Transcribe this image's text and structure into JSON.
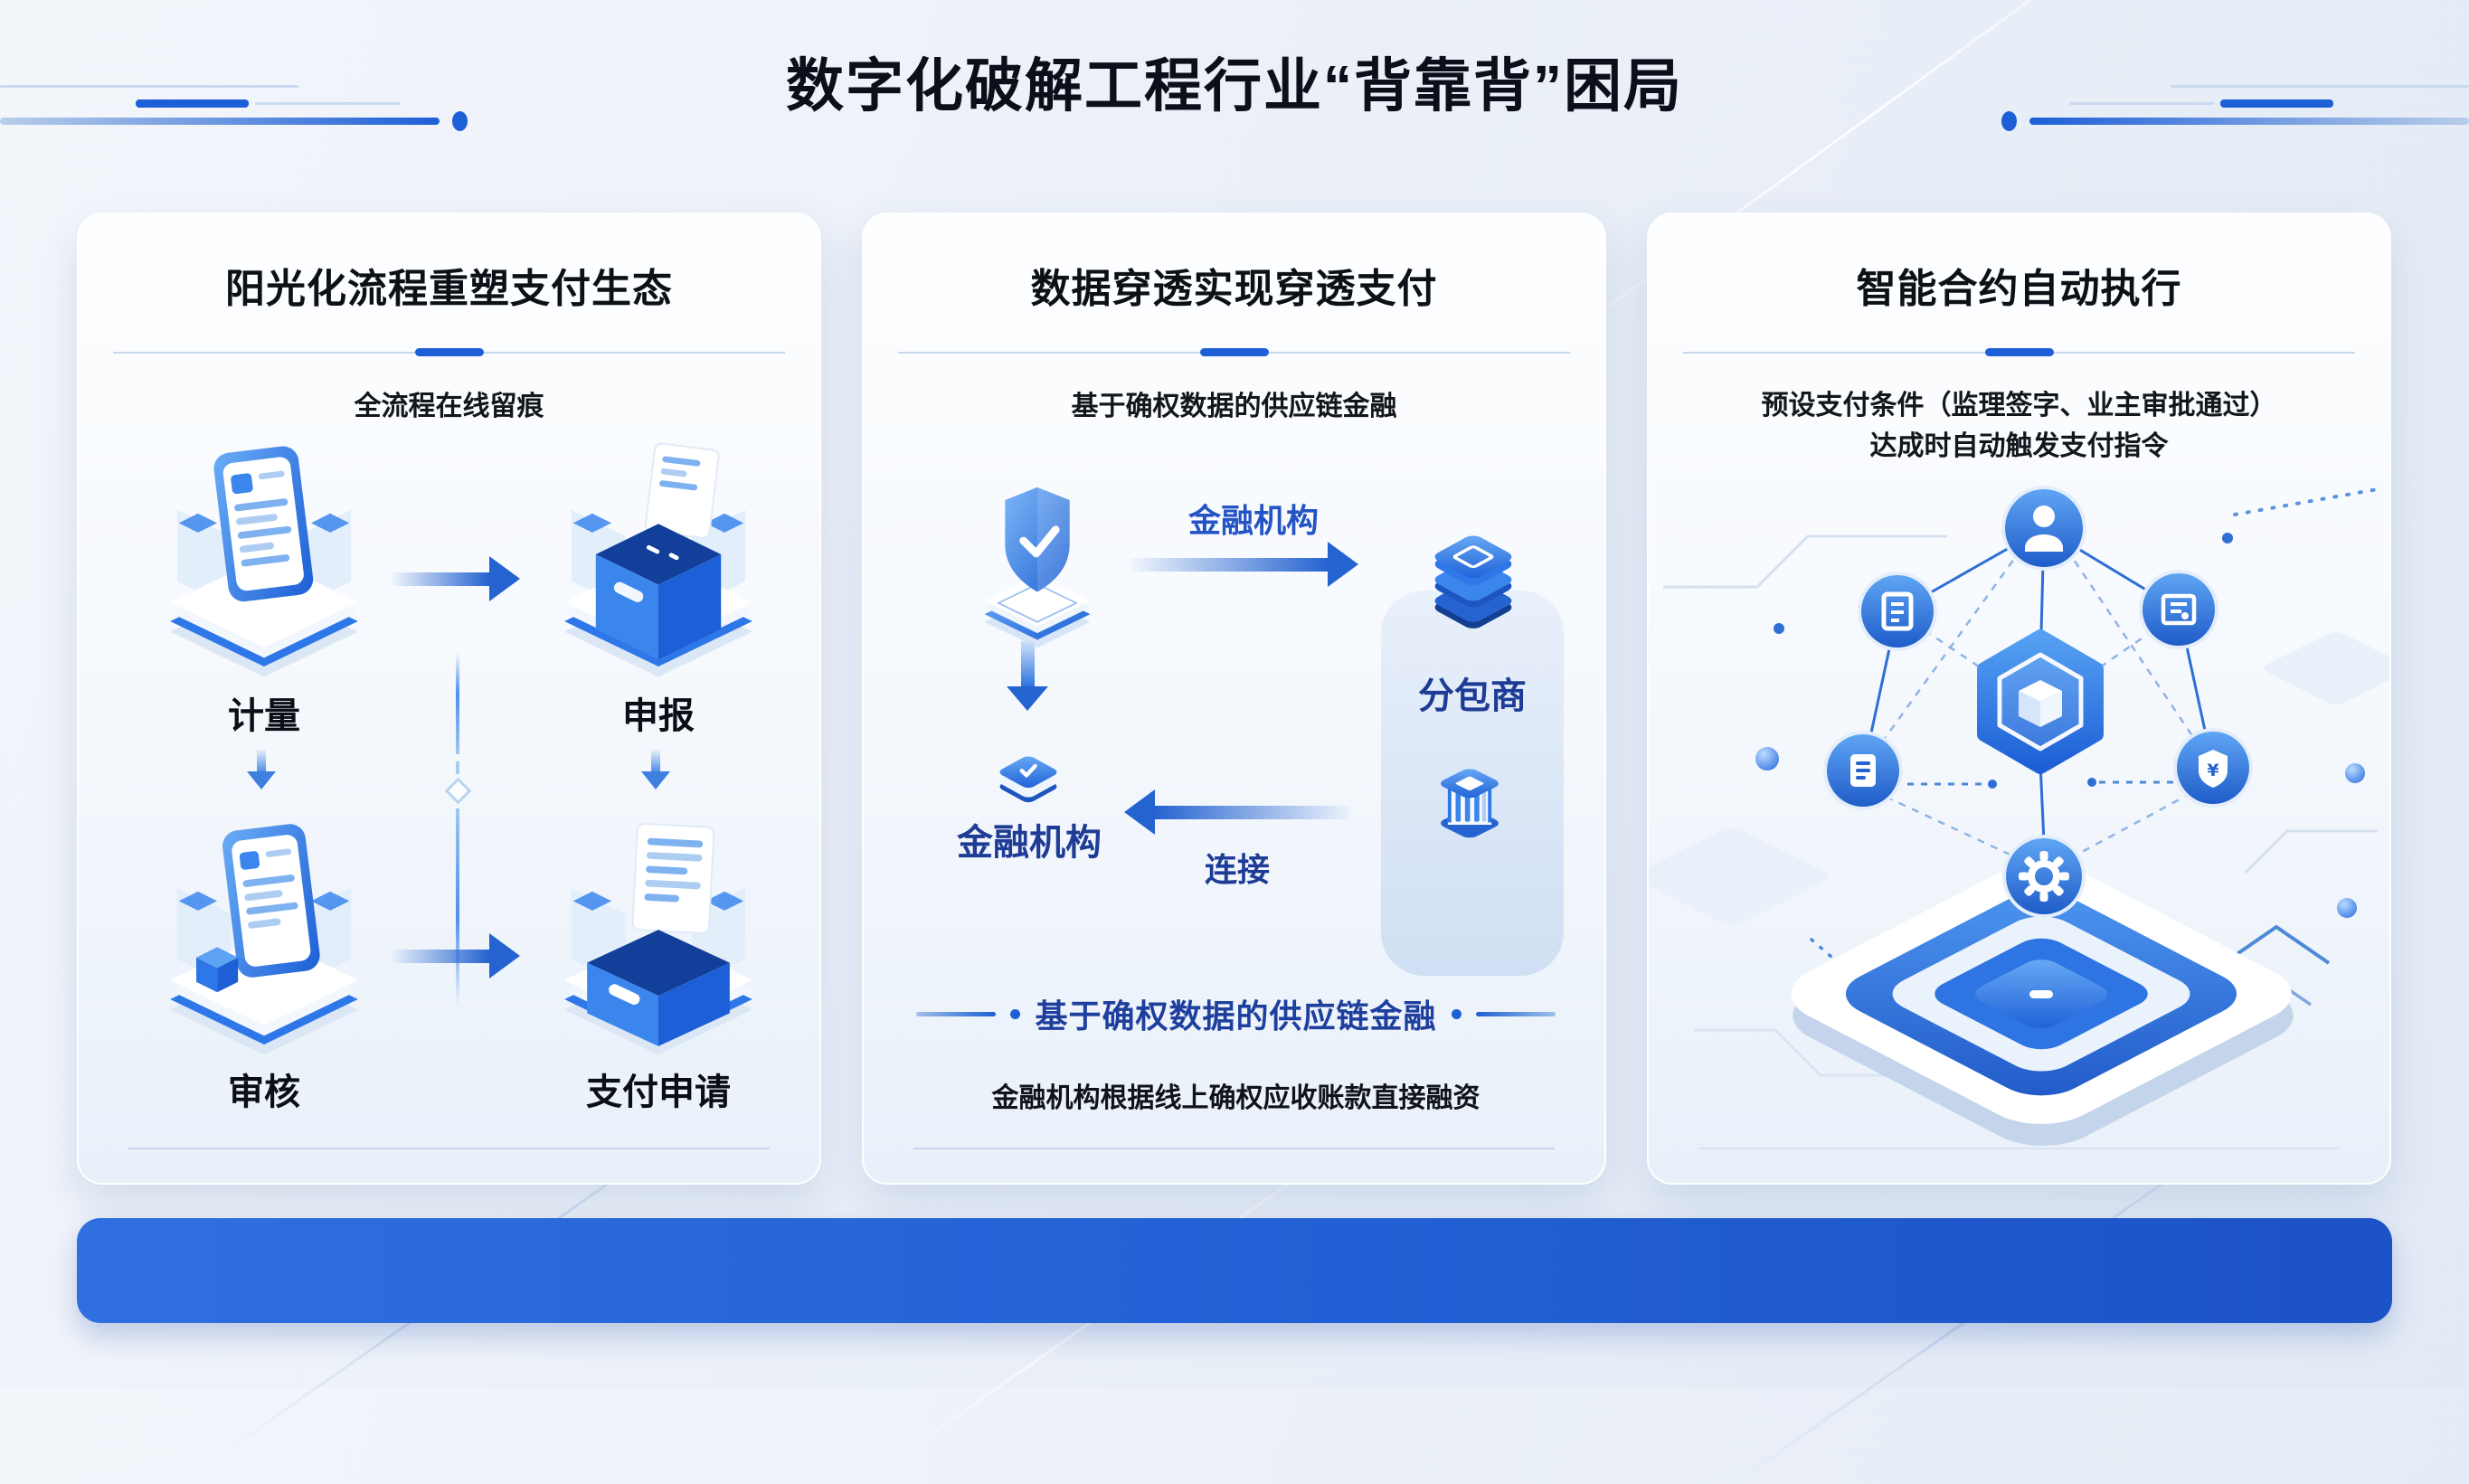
{
  "page": {
    "title": "数字化破解工程行业“背靠背”困局",
    "colors": {
      "accent": "#1d5fd6",
      "label_blue": "#1e3c96",
      "flow_blue": "#2453c4",
      "title_dark": "#0c0f1a",
      "bottom_bar": "#2563d6",
      "background": "#edf2f9"
    }
  },
  "cards": [
    {
      "title": "阳光化流程重塑支付生态",
      "subtitle": "全流程在线留痕",
      "steps": [
        {
          "label": "计量",
          "icon": "meter-phone-icon"
        },
        {
          "label": "申报",
          "icon": "declare-box-icon"
        },
        {
          "label": "审核",
          "icon": "review-stamp-icon"
        },
        {
          "label": "支付申请",
          "icon": "payment-request-box-icon"
        }
      ]
    },
    {
      "title": "数据穿透实现穿透支付",
      "subtitle": "基于确权数据的供应链金融",
      "flow": {
        "source_icon": "shield-check-icon",
        "top_arrow_label": "金融机构",
        "subcontractor_label": "分包商",
        "subcontractor_icon": "stacked-blocks-icon",
        "supplier_icon": "column-blocks-icon",
        "institution_label": "金融机构",
        "institution_icon": "cube-check-icon",
        "bottom_arrow_label": "连接"
      },
      "footer": {
        "headline": "基于确权数据的供应链金融",
        "description": "金融机构根据线上确权应收账款直接融资"
      }
    },
    {
      "title": "智能合约自动执行",
      "subtitle_line1": "预设支付条件（监理签字、业主审批通过）",
      "subtitle_line2": "达成时自动触发支付指令",
      "network_nodes": [
        {
          "icon": "user-icon"
        },
        {
          "icon": "document-icon"
        },
        {
          "icon": "certificate-icon"
        },
        {
          "icon": "hexagon-cube-icon"
        },
        {
          "icon": "document-list-icon"
        },
        {
          "icon": "shield-currency-icon"
        },
        {
          "icon": "gear-icon"
        }
      ]
    }
  ]
}
